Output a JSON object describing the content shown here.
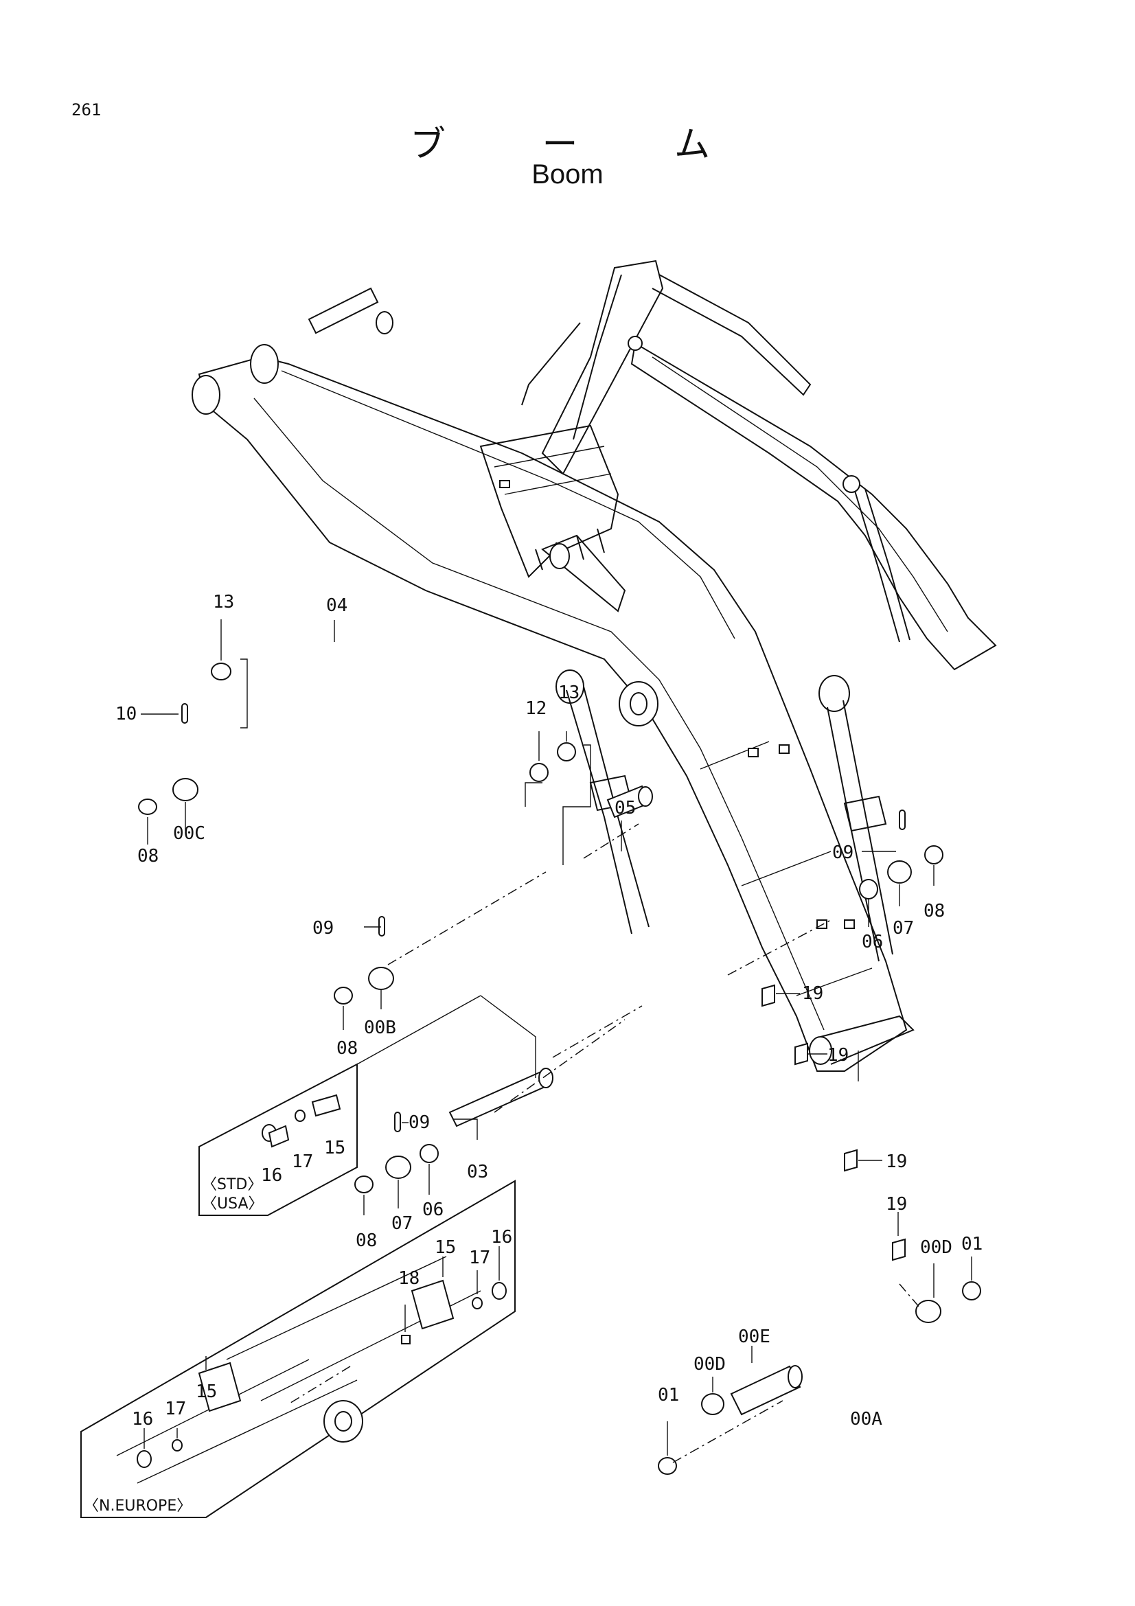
{
  "page_number": "261",
  "title_jp": "ブ ー ム",
  "title_en": "Boom",
  "regions": {
    "std": "〈STD〉",
    "usa": "〈USA〉",
    "n_europe": "〈N.EUROPE〉"
  },
  "labels": [
    "13",
    "04",
    "10",
    "00C",
    "08",
    "12",
    "13",
    "05",
    "09",
    "08",
    "07",
    "06",
    "09",
    "08",
    "00B",
    "19",
    "19",
    "19",
    "16",
    "17",
    "15",
    "09",
    "07",
    "06",
    "03",
    "08",
    "19",
    "00D",
    "01",
    "18",
    "15",
    "17",
    "16",
    "00E",
    "00D",
    "01",
    "00A",
    "16",
    "17",
    "15"
  ]
}
